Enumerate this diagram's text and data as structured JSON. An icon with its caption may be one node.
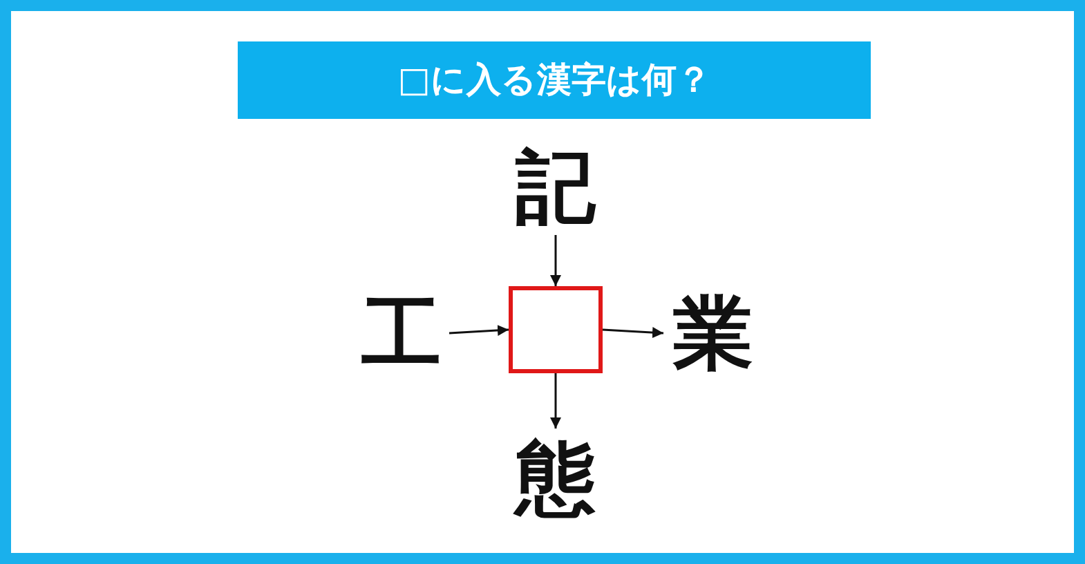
{
  "diagram": {
    "title": "□に入る漢字は何？",
    "nodes": [
      {
        "text": [
          "記"
        ]
      },
      {
        "text": [
          "工"
        ]
      },
      {
        "text": [],
        "shape": "box"
      },
      {
        "text": [
          "業"
        ]
      },
      {
        "text": [
          "態"
        ]
      }
    ],
    "edges": [
      {
        "from": 0,
        "to": 2,
        "arrow": "to"
      },
      {
        "from": 1,
        "to": 2,
        "arrow": "to"
      },
      {
        "from": 2,
        "to": 3,
        "arrow": "to"
      },
      {
        "from": 2,
        "to": 4,
        "arrow": "to"
      }
    ]
  }
}
